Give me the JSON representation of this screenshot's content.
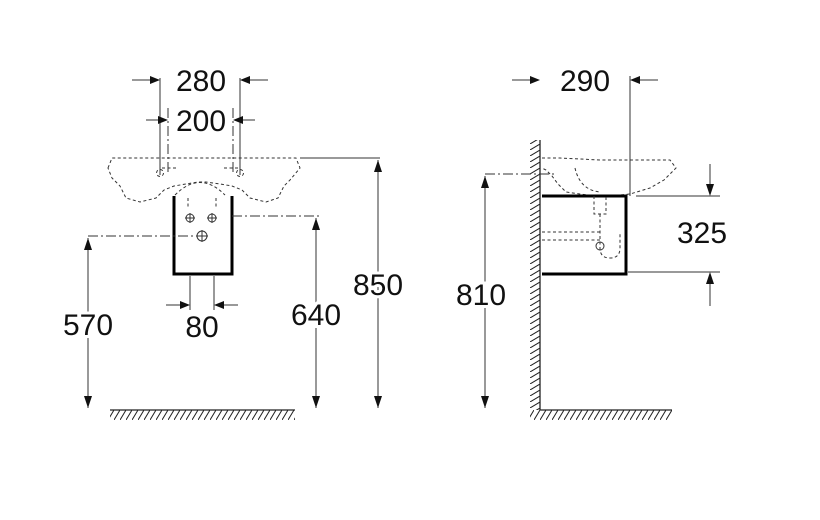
{
  "front_view": {
    "width_280": "280",
    "width_200": "200",
    "width_80": "80",
    "height_570": "570",
    "height_640": "640",
    "height_850": "850"
  },
  "side_view": {
    "depth_290": "290",
    "height_810": "810",
    "height_325": "325"
  }
}
